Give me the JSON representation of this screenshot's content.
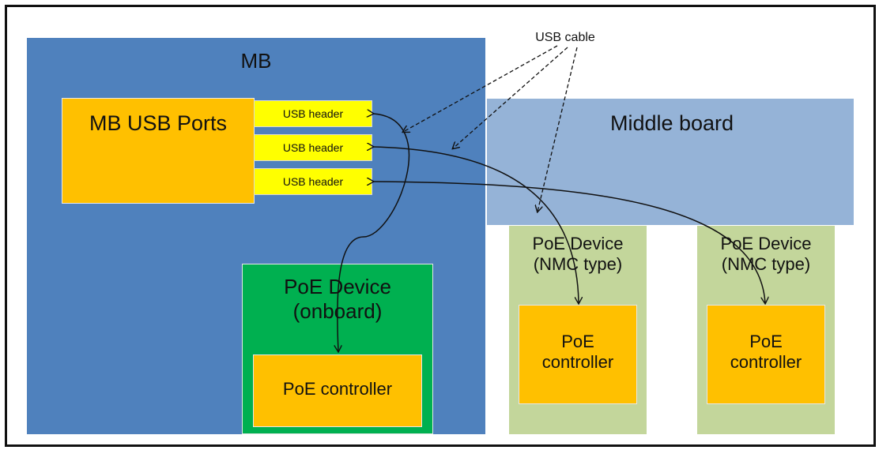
{
  "mb": {
    "title": "MB"
  },
  "usb_ports": {
    "label": "MB USB Ports"
  },
  "usb_headers": [
    "USB header",
    "USB header",
    "USB header"
  ],
  "middle_board": {
    "label": "Middle board"
  },
  "poe_onboard": {
    "line1": "PoE Device",
    "line2": "(onboard)",
    "controller": "PoE controller"
  },
  "poe_nmc": [
    {
      "line1": "PoE Device",
      "line2": "(NMC type)",
      "controller_line1": "PoE",
      "controller_line2": "controller"
    },
    {
      "line1": "PoE Device",
      "line2": "(NMC type)",
      "controller_line1": "PoE",
      "controller_line2": "controller"
    }
  ],
  "usb_cable_label": "USB cable",
  "colors": {
    "mb": "#4f81bd",
    "middle_board": "#95b3d7",
    "usb_ports": "#ffc000",
    "usb_header": "#ffff00",
    "poe_onboard": "#00b050",
    "poe_nmc": "#c3d69b",
    "poe_controller": "#ffc000"
  }
}
